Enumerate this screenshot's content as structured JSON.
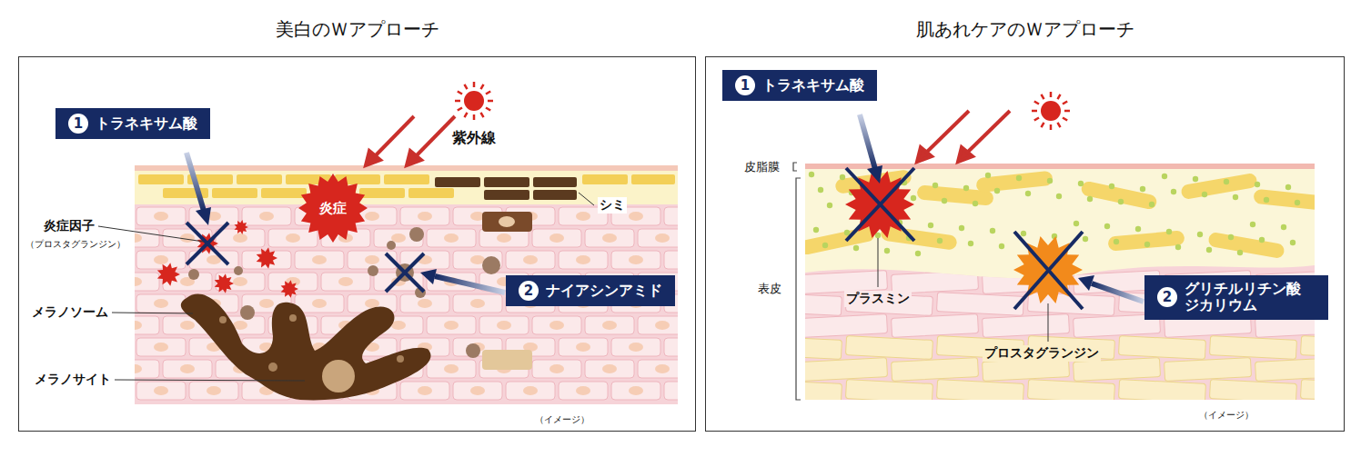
{
  "diagram": {
    "nodes": [
      {
        "text": [
          "美白のＷアプローチ"
        ]
      },
      {
        "text": [
          "1",
          "トラネキサム酸"
        ],
        "in": 0
      },
      {
        "text": [
          "炎症"
        ],
        "in": 0
      },
      {
        "text": [
          "2",
          "ナイアシンアミド"
        ],
        "in": 0
      },
      {
        "text": [
          "肌あれケアのＷアプローチ"
        ]
      },
      {
        "text": [
          "1",
          "トラネキサム酸"
        ],
        "in": 4
      },
      {
        "text": [
          "2",
          "グリチルリチン酸 ジカリウム"
        ],
        "in": 4
      }
    ],
    "labels": [
      "紫外線",
      "シミ",
      "炎症因子",
      "（プロスタグランジン）",
      "メラノソーム",
      "メラノサイト",
      "（イメージ）",
      "皮脂膜",
      "表皮",
      "プラスミン",
      "プロスタグランジン",
      "（イメージ）"
    ]
  }
}
